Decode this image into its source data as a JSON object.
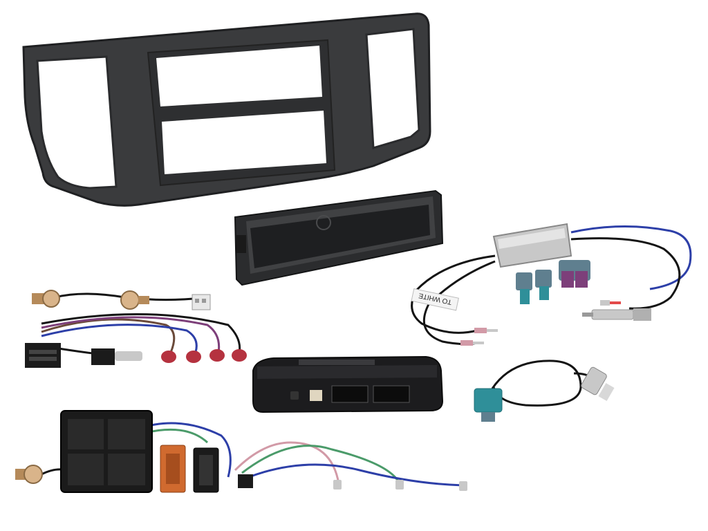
{
  "image": {
    "background": "#ffffff"
  },
  "texts": {
    "antenna_label": "TO WHITE"
  },
  "palette": {
    "fascia": "#3a3b3d",
    "fascia_edge": "#1f2022",
    "pocket": "#2b2c2e",
    "interface_box": "#1c1c1e",
    "fakra_teal": "#2f8f99",
    "fakra_purple": "#7d3f7a",
    "fakra_blue_grey": "#5f7f8f",
    "iso_orange": "#d06a2f",
    "connector_black": "#1b1b1b",
    "cable_black": "#141414",
    "cable_blue": "#2d3fa8",
    "cable_green": "#4b9b6a",
    "cable_pink": "#d29aa7",
    "cable_brown": "#6b4a3a",
    "metal": "#c8c8c8",
    "brass": "#b58a5a",
    "red_plug": "#b5323f"
  },
  "objects": [
    {
      "name": "double-din-fascia-panel",
      "icon": "fascia"
    },
    {
      "name": "single-din-storage-pocket",
      "icon": "pocket"
    },
    {
      "name": "antenna-splitter-adapter",
      "icon": "splitter"
    },
    {
      "name": "can-bus-interface-box",
      "icon": "interface"
    },
    {
      "name": "iso-wiring-harness",
      "icon": "harness"
    },
    {
      "name": "fakra-to-din-antenna-adapter",
      "icon": "antenna-adapter"
    },
    {
      "name": "amplifier-harness-with-rca-plugs",
      "icon": "rca-harness"
    },
    {
      "name": "antenna-extension-lead",
      "icon": "antenna-lead"
    }
  ]
}
